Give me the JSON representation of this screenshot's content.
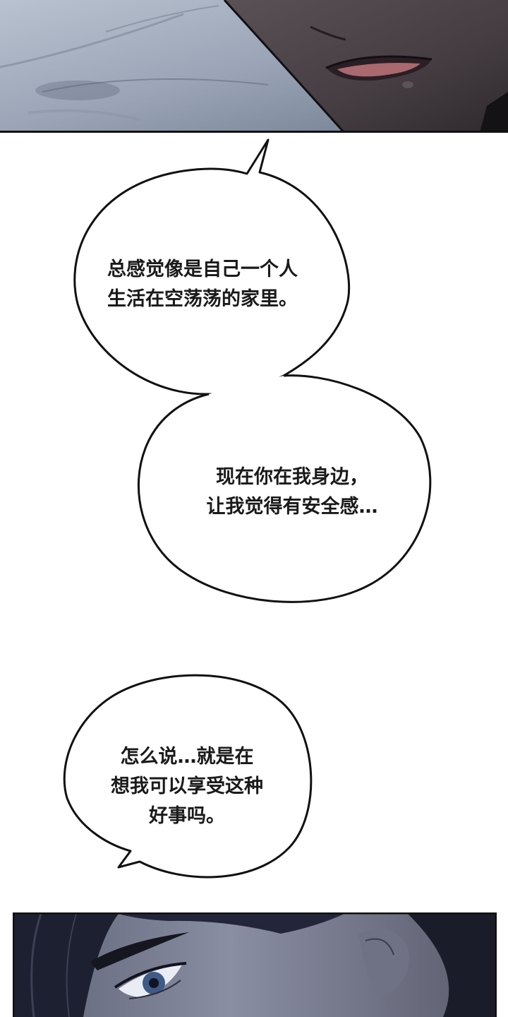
{
  "dialogue": {
    "bubble_1": {
      "line_1": "总感觉像是自己一个人",
      "line_2": "生活在空荡荡的家里。"
    },
    "bubble_2": {
      "line_1": "现在你在我身边，",
      "line_2": "让我觉得有安全感…"
    },
    "bubble_3": {
      "line_1": "怎么说…就是在",
      "line_2": "想我可以享受这种",
      "line_3": "好事吗。"
    }
  }
}
